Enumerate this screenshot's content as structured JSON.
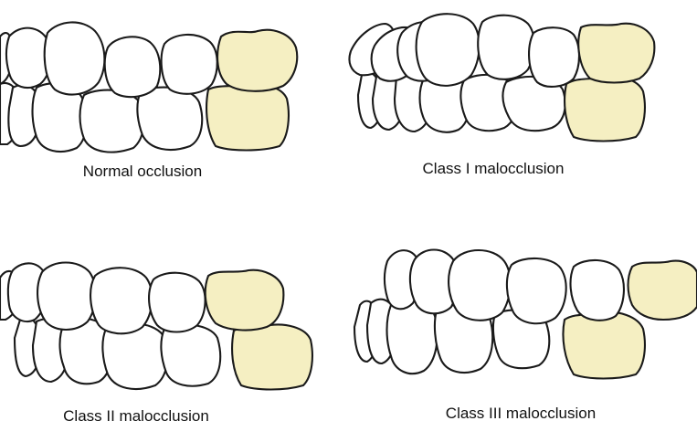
{
  "colors": {
    "background": "#ffffff",
    "outline": "#1a1a1a",
    "first_molar_highlight": "#f5efc2",
    "tooth_fill": "#ffffff"
  },
  "panels": [
    {
      "id": "normal",
      "caption": "Normal occlusion"
    },
    {
      "id": "class1",
      "caption": "Class I malocclusion"
    },
    {
      "id": "class2",
      "caption": "Class II malocclusion"
    },
    {
      "id": "class3",
      "caption": "Class III malocclusion"
    }
  ]
}
